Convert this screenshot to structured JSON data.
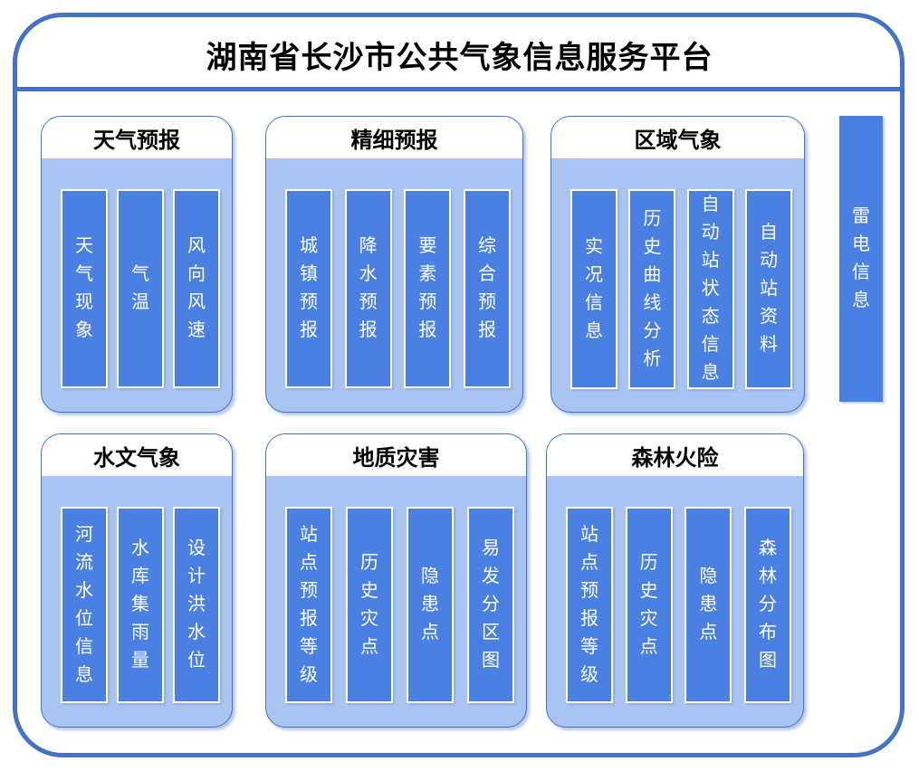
{
  "title": "湖南省长沙市公共气象信息服务平台",
  "groups": [
    {
      "id": "weather-forecast",
      "title": "天气预报",
      "items": [
        "天气现象",
        "气温",
        "风向风速"
      ]
    },
    {
      "id": "fine-forecast",
      "title": "精细预报",
      "items": [
        "城镇预报",
        "降水预报",
        "要素预报",
        "综合预报"
      ]
    },
    {
      "id": "regional-meteorology",
      "title": "区域气象",
      "items": [
        "实况信息",
        "历史曲线分析",
        "自动站状态信息",
        "自动站资料"
      ]
    },
    {
      "id": "hydrological",
      "title": "水文气象",
      "items": [
        "河流水位信息",
        "水库集雨量",
        "设计洪水位"
      ]
    },
    {
      "id": "geological-disaster",
      "title": "地质灾害",
      "items": [
        "站点预报等级",
        "历史灾点",
        "隐患点",
        "易发分区图"
      ]
    },
    {
      "id": "forest-fire",
      "title": "森林火险",
      "items": [
        "站点预报等级",
        "历史灾点",
        "隐患点",
        "森林分布图"
      ]
    }
  ],
  "side_bar": {
    "label": "雷电信息"
  },
  "colors": {
    "frame_border": "#4472C4",
    "panel_body": "#A9C4F0",
    "bar_fill": "#4A80E2",
    "bar_text": "#FFFFFF",
    "title_text": "#000000"
  }
}
